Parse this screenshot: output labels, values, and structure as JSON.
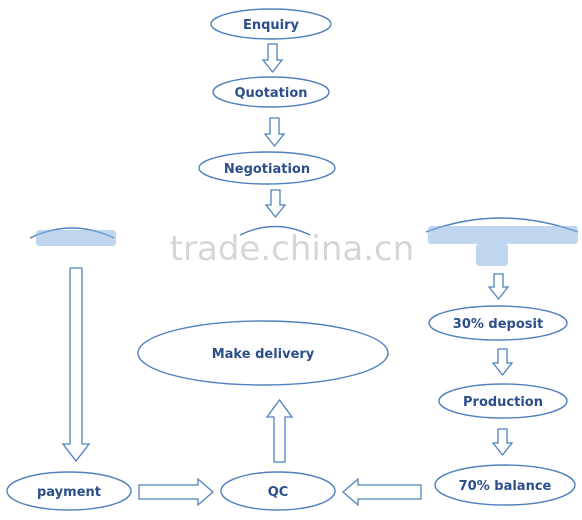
{
  "diagram": {
    "nodes": {
      "enquiry": "Enquiry",
      "quotation": "Quotation",
      "negotiation": "Negotiation",
      "deposit": "30% deposit",
      "production": "Production",
      "balance": "70% balance",
      "make_delivery": "Make delivery",
      "payment": "payment",
      "qc": "QC"
    },
    "watermark": "trade.china.cn"
  },
  "colors": {
    "stroke": "#4f81bd",
    "text": "#2b4f8a"
  }
}
